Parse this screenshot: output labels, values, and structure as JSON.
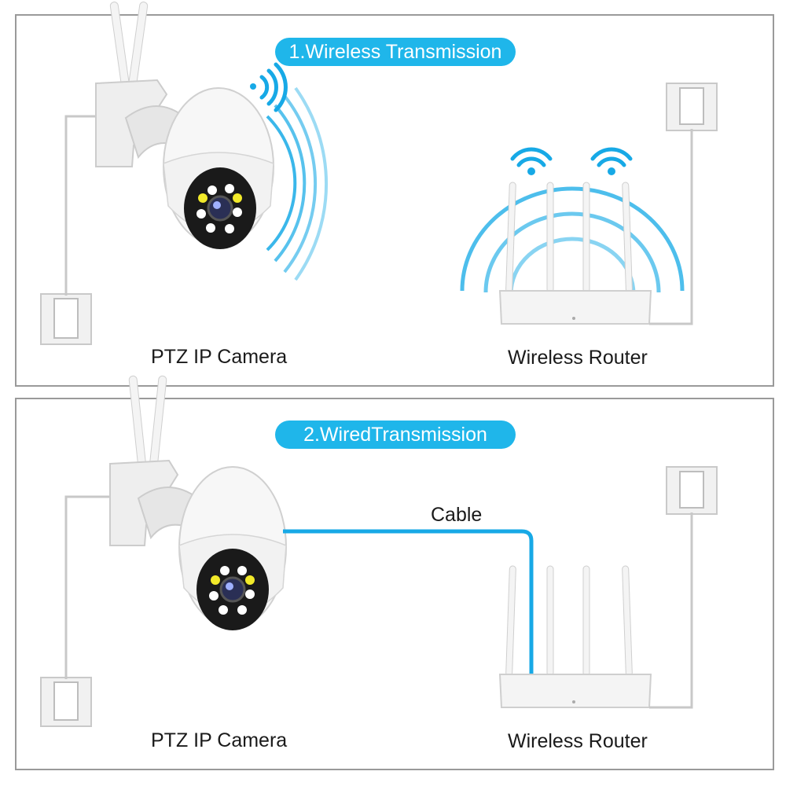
{
  "colors": {
    "accent": "#1fb6ea",
    "signal": "#3ab7ea",
    "cable": "#17a9e6",
    "led_yellow": "#f2ea2a",
    "frame": "#9a9a9a"
  },
  "sections": [
    {
      "title": "1.Wireless Transmission",
      "camera_label": "PTZ IP Camera",
      "router_label": "Wireless Router"
    },
    {
      "title": "2.WiredTransmission",
      "camera_label": "PTZ IP Camera",
      "router_label": "Wireless Router",
      "cable_label": "Cable"
    }
  ],
  "icons": [
    "wifi-icon",
    "power-socket-icon",
    "antenna-icon",
    "camera-icon",
    "router-icon"
  ]
}
